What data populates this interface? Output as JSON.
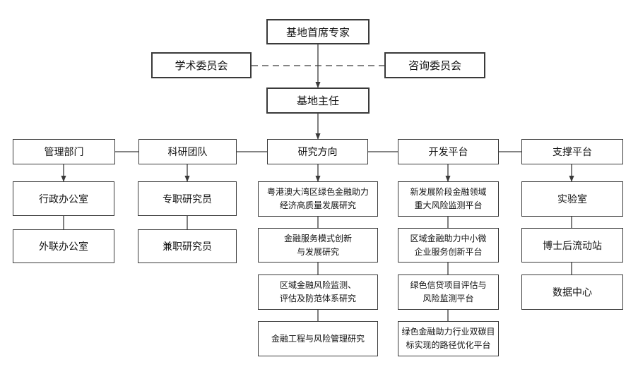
{
  "colors": {
    "line": "#3a3a3a",
    "border": "#3a3a3a",
    "text": "#111111",
    "background": "#ffffff"
  },
  "nodes": {
    "chief": "基地首席专家",
    "academic": "学术委员会",
    "advisory": "咨询委员会",
    "director": "基地主任",
    "dept_mgmt": "管理部门",
    "dept_team": "科研团队",
    "dept_research": "研究方向",
    "dept_platform": "开发平台",
    "dept_support": "支撑平台",
    "mgmt_items": [
      "行政办公室",
      "外联办公室"
    ],
    "team_items": [
      "专职研究员",
      "兼职研究员"
    ],
    "research_items": [
      "粤港澳大湾区绿色金融助力\n经济高质量发展研究",
      "金融服务模式创新\n与发展研究",
      "区域金融风险监测、\n评估及防范体系研究",
      "金融工程与风险管理研究"
    ],
    "platform_items": [
      "新发展阶段金融领域\n重大风险监测平台",
      "区域金融助力中小微\n企业服务创新平台",
      "绿色信贷项目评估与\n风险监测平台",
      "绿色金融助力行业双碳目\n标实现的路径优化平台"
    ],
    "support_items": [
      "实验室",
      "博士后流动站",
      "数据中心"
    ]
  }
}
